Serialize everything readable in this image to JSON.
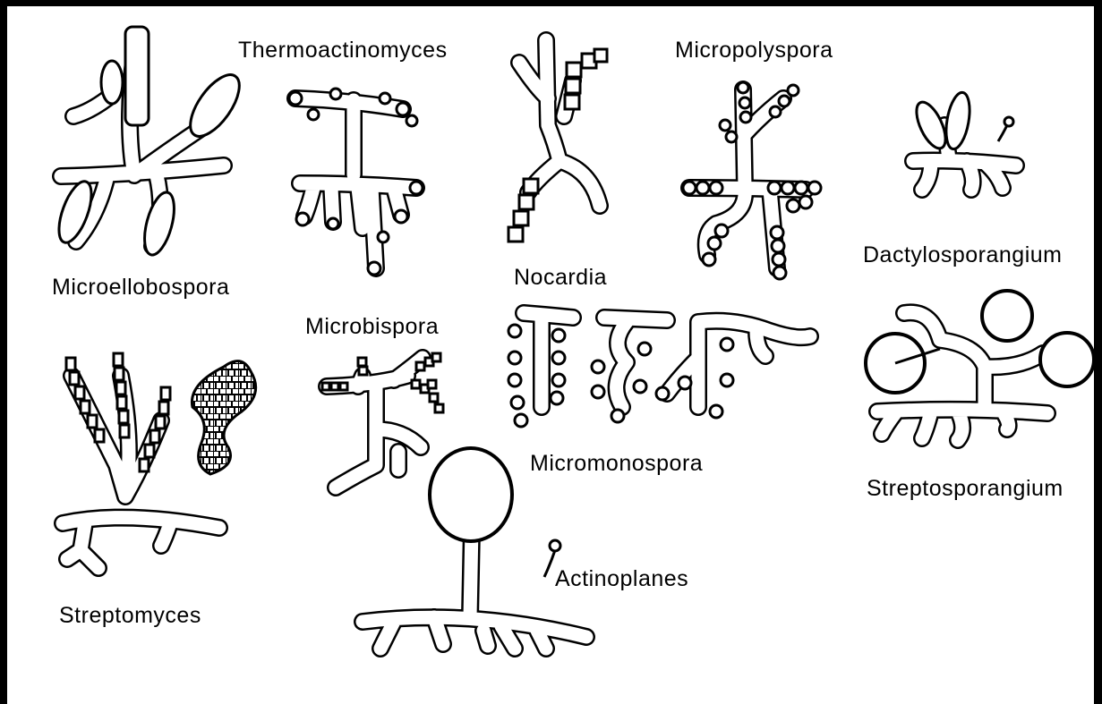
{
  "diagram": {
    "labels": {
      "thermoactinomyces": "Thermoactinomyces",
      "micropolyspora": "Micropolyspora",
      "microellobospora": "Microellobospora",
      "nocardia": "Nocardia",
      "dactylosporangium": "Dactylosporangium",
      "microbispora": "Microbispora",
      "micromonospora": "Micromonospora",
      "streptosporangium": "Streptosporangium",
      "streptomyces": "Streptomyces",
      "actinoplanes": "Actinoplanes"
    }
  }
}
